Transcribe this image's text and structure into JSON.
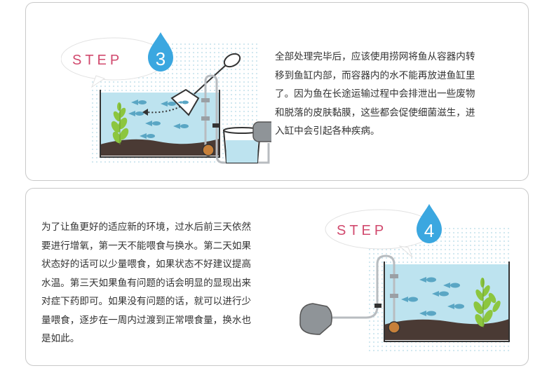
{
  "steps": [
    {
      "label": "STEP",
      "number": "3",
      "text": "全部处理完毕后，应该使用捞网将鱼从容器内转\n移到鱼缸内部，而容器内的水不能再放进鱼缸里\n了。因为鱼在长途运输过程中会排泄出一些废物\n和脱落的皮肤黏膜，这些都会促使细菌滋生，进\n入缸中会引起各种疾病。"
    },
    {
      "label": "STEP",
      "number": "4",
      "text": "为了让鱼更好的适应新的环境，过水后前三天依然\n要进行增氧，第一天不能喂食与换水。第二天如果\n状态好的话可以少量喂食，如果状态不好建议提高\n水温。第三天如果鱼有问题的话会明显的显现出来\n对症下药即可。如果没有问题的话，就可以进行少\n量喂食，逐步在一周内过渡到正常喂食量，换水也\n是如此。"
    }
  ],
  "colors": {
    "step_text": "#d14a6e",
    "drop": "#3ba7e0",
    "water": "#bde3ef",
    "soil": "#4a3a34",
    "plant": "#8cc63f",
    "fish": "#5aa6c4",
    "dots": "#cde6ee",
    "pump": "#8f9498"
  }
}
